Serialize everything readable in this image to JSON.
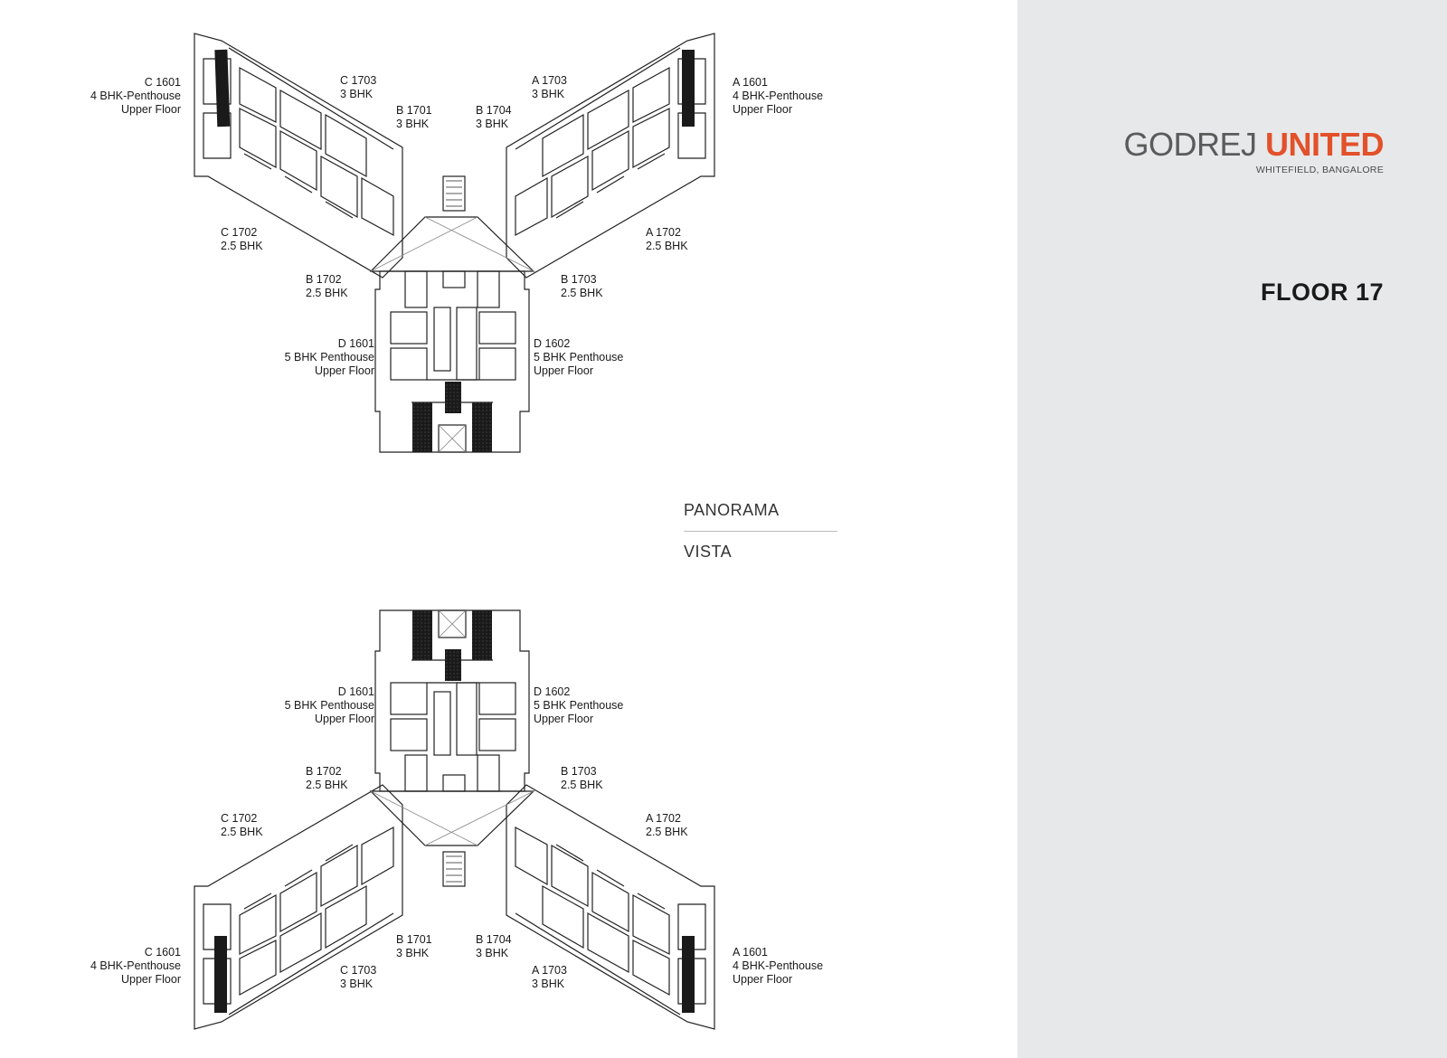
{
  "brand": {
    "name_part1": "GODREJ",
    "name_part2": "UNITED",
    "location": "WHITEFIELD, BANGALORE",
    "accent_color": "#e2512a"
  },
  "floor_title": "FLOOR 17",
  "towers": {
    "top": "PANORAMA",
    "bottom": "VISTA"
  },
  "plans": {
    "panorama": {
      "units": [
        {
          "lines": [
            "C 1601",
            "4 BHK-Penthouse",
            "Upper Floor"
          ]
        },
        {
          "lines": [
            "C 1703",
            "3 BHK"
          ]
        },
        {
          "lines": [
            "B 1701",
            "3 BHK"
          ]
        },
        {
          "lines": [
            "B 1704",
            "3 BHK"
          ]
        },
        {
          "lines": [
            "A 1703",
            "3 BHK"
          ]
        },
        {
          "lines": [
            "A 1601",
            "4 BHK-Penthouse",
            "Upper Floor"
          ]
        },
        {
          "lines": [
            "C 1702",
            "2.5 BHK"
          ]
        },
        {
          "lines": [
            "A 1702",
            "2.5 BHK"
          ]
        },
        {
          "lines": [
            "B 1702",
            "2.5 BHK"
          ]
        },
        {
          "lines": [
            "B 1703",
            "2.5 BHK"
          ]
        },
        {
          "lines": [
            "D 1601",
            "5 BHK Penthouse",
            "Upper Floor"
          ]
        },
        {
          "lines": [
            "D 1602",
            "5 BHK Penthouse",
            "Upper Floor"
          ]
        }
      ]
    },
    "vista": {
      "units": [
        {
          "lines": [
            "D 1601",
            "5 BHK Penthouse",
            "Upper Floor"
          ]
        },
        {
          "lines": [
            "D 1602",
            "5 BHK Penthouse",
            "Upper Floor"
          ]
        },
        {
          "lines": [
            "B 1702",
            "2.5 BHK"
          ]
        },
        {
          "lines": [
            "B 1703",
            "2.5 BHK"
          ]
        },
        {
          "lines": [
            "C 1702",
            "2.5 BHK"
          ]
        },
        {
          "lines": [
            "A 1702",
            "2.5 BHK"
          ]
        },
        {
          "lines": [
            "B 1701",
            "3 BHK"
          ]
        },
        {
          "lines": [
            "B 1704",
            "3 BHK"
          ]
        },
        {
          "lines": [
            "C 1601",
            "4 BHK-Penthouse",
            "Upper Floor"
          ]
        },
        {
          "lines": [
            "A 1601",
            "4 BHK-Penthouse",
            "Upper Floor"
          ]
        },
        {
          "lines": [
            "C 1703",
            "3 BHK"
          ]
        },
        {
          "lines": [
            "A 1703",
            "3 BHK"
          ]
        }
      ]
    }
  }
}
